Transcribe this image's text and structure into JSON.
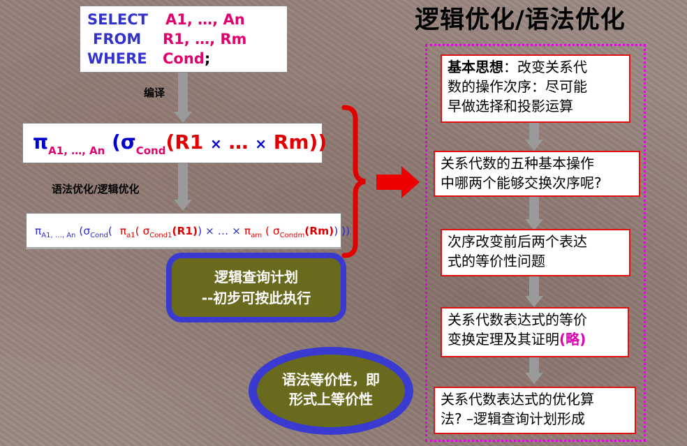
{
  "sql": {
    "line1": {
      "kw": "SELECT",
      "val": "A1, …, An"
    },
    "line2": {
      "kw": "FROM",
      "val": "R1, …, Rm"
    },
    "line3": {
      "kw": "WHERE",
      "val": "Cond",
      "end": ";"
    }
  },
  "step_labels": {
    "compile": "编译",
    "optimize": "语法优化/逻辑优化"
  },
  "expr1": {
    "pi": "π",
    "pi_sub": "A1, …, An",
    "open": " (",
    "sigma": "σ",
    "sigma_sub": "Cond",
    "r_open": "(R1 ",
    "times1": "×",
    "dots": " … ",
    "times2": "×",
    "r_close": " Rm))"
  },
  "expr2": {
    "pi": "π",
    "pi_sub": "A1, …, An",
    "open1": " (",
    "sigma": "σ",
    "sigma_sub": "Cond",
    "open2": "( ",
    "pi_a1": "π",
    "a1_sub": "a1",
    "open3": "( ",
    "sigma2": "σ",
    "cond1_sub": "Cond1",
    "r1": "(R1)",
    "mid": ") × … × ",
    "pi_am": "π",
    "am_sub": "am",
    "open4": " ( ",
    "sigma3": "σ",
    "condm_sub": "Condm",
    "rm": "(Rm)",
    "close": ") ))"
  },
  "pills": {
    "logic_plan": {
      "line1": "逻辑查询计划",
      "line2": "--初步可按此执行"
    },
    "syntax_eq": {
      "line1": "语法等价性，即",
      "line2": "形式上等价性"
    }
  },
  "title": "逻辑优化/语法优化",
  "right_boxes": {
    "b1": {
      "bold": "基本思想",
      "rest1": "：改变关系代",
      "line2": "数的操作次序：尽可能",
      "line3": "早做选择和投影运算"
    },
    "b2": {
      "line1": "关系代数的五种基本操作",
      "line2": "中哪两个能够交换次序呢?"
    },
    "b3": {
      "line1": "次序改变前后两个表达",
      "line2": "式的等价性问题"
    },
    "b4": {
      "line1": "关系代数表达式的等价",
      "line2a": "变换定理及其证明",
      "line2b": "(略)"
    },
    "b5": {
      "line1": "关系代数表达式的优化算",
      "line2": "法? –逻辑查询计划形成"
    }
  },
  "colors": {
    "keyword_blue": "#3333cc",
    "value_pink": "#e0006e",
    "accent_red": "#e00000",
    "dotted_magenta": "#e000e0",
    "pill_blue": "#3a3ad0",
    "pill_olive": "#6a6a1e"
  }
}
